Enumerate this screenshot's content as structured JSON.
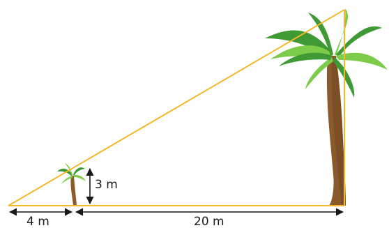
{
  "labels": {
    "short_base": "4 m",
    "long_base": "20 m",
    "small_tree_height": "3 m"
  },
  "colors": {
    "triangle_line": "#f5b72c",
    "dimension_arrow": "#1a1a1a",
    "trunk": "#8a5a2b",
    "trunk_shade": "#6b4220",
    "leaf_light": "#7ccc4a",
    "leaf_dark": "#3f9a35"
  },
  "icons": {
    "small_tree": "palm-tree-icon",
    "large_tree": "palm-tree-icon"
  }
}
